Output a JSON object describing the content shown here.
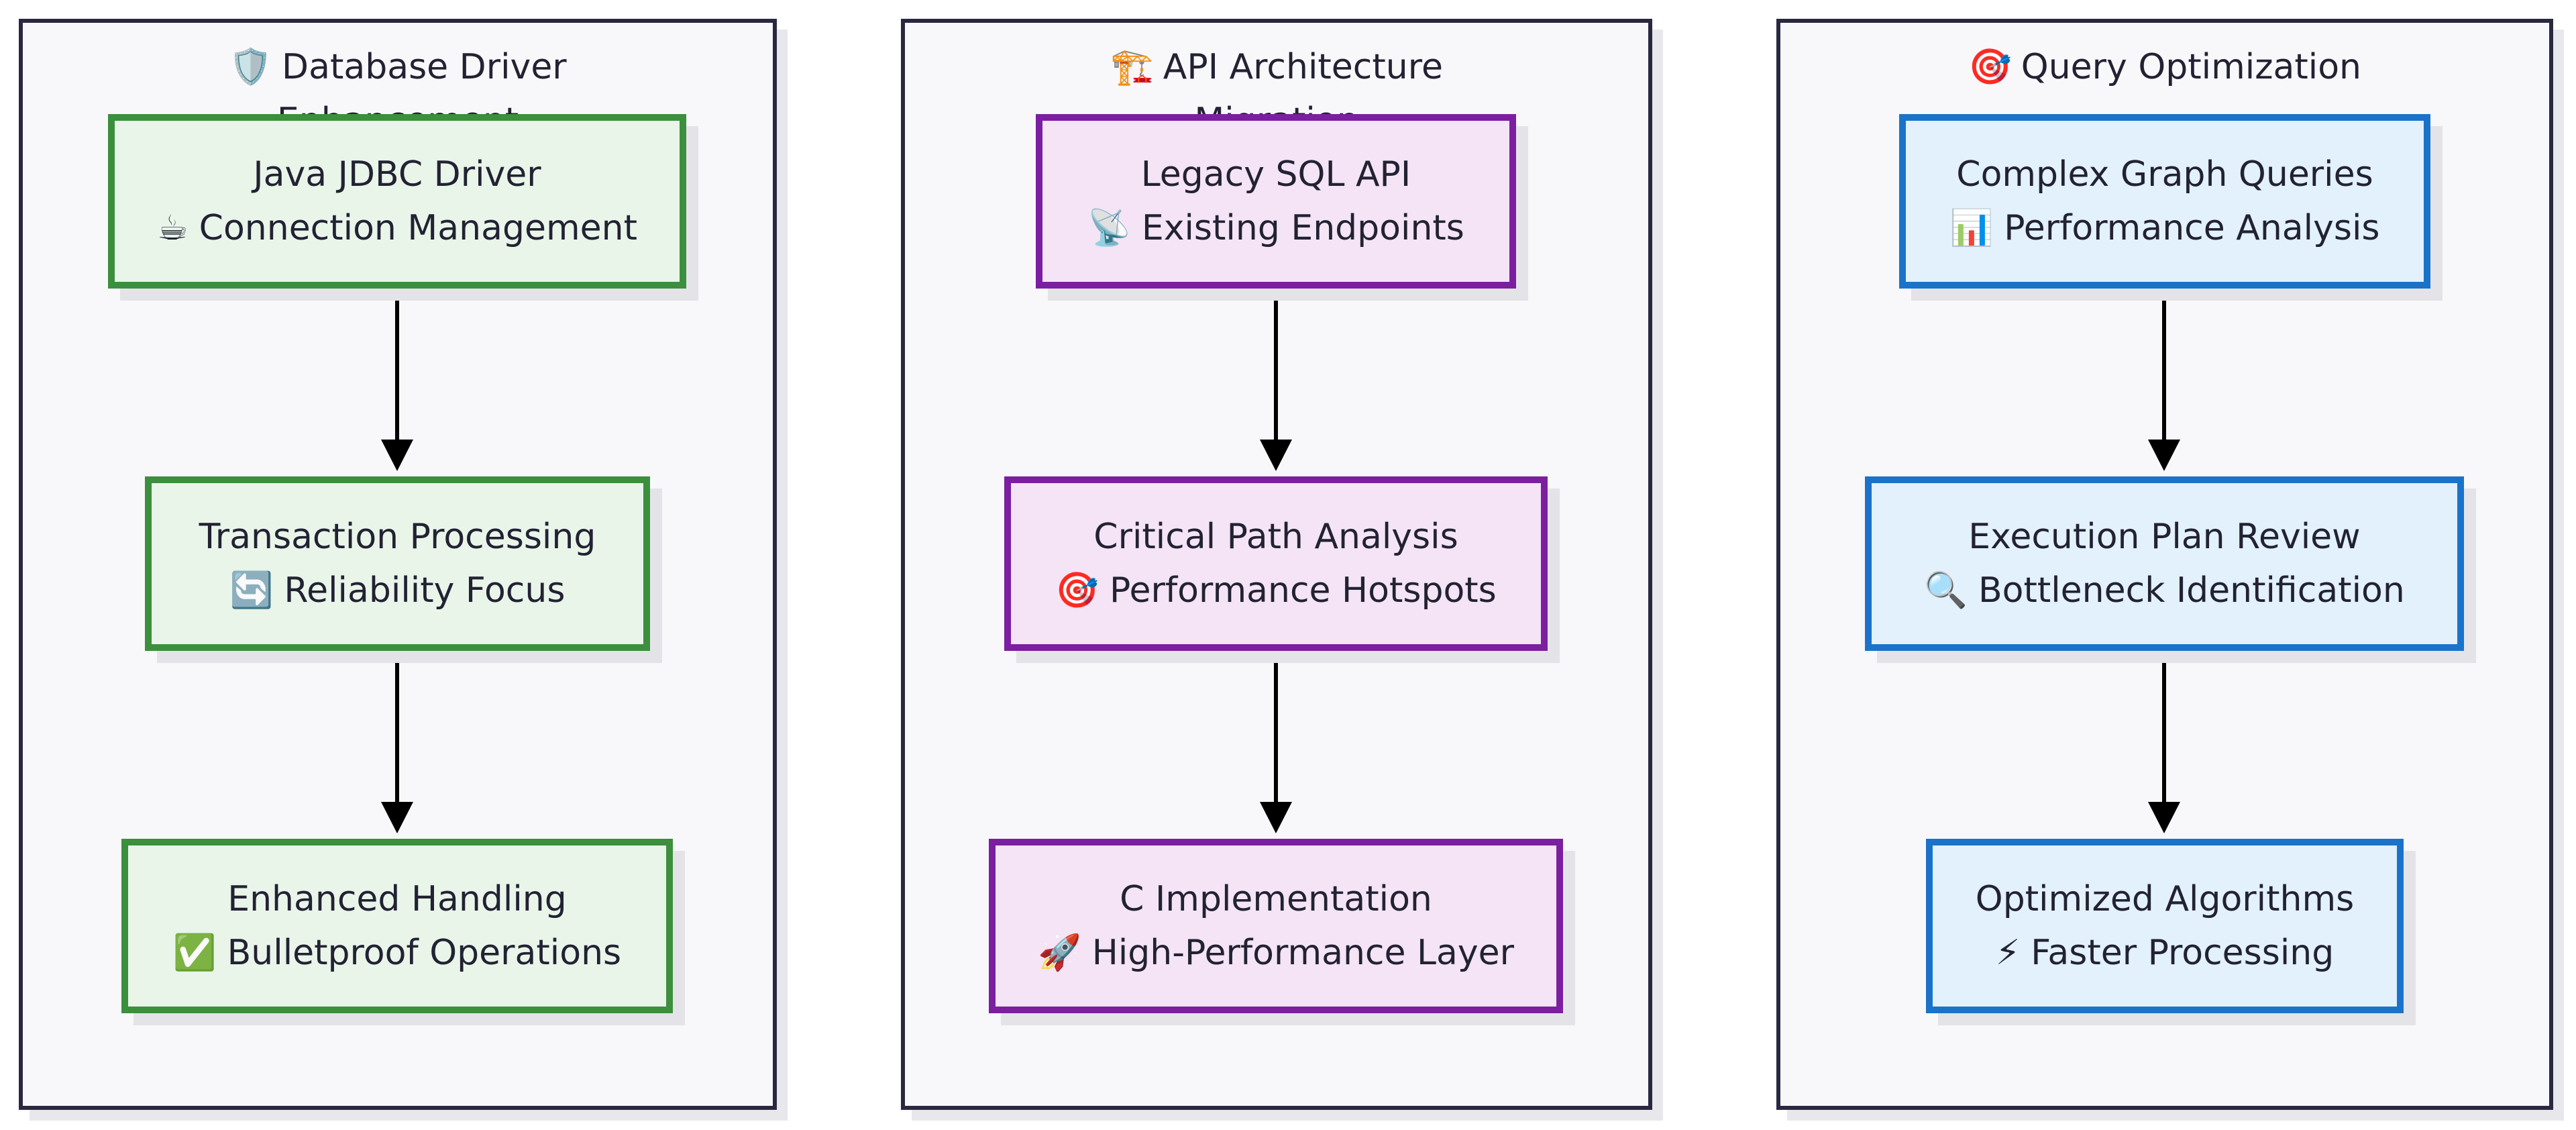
{
  "colors": {
    "panel_border": "#2a2840",
    "panel_fill": "#f8f8fa",
    "green_fill": "#e9f5e9",
    "green_border": "#3b8f3d",
    "purple_fill": "#f4e4f5",
    "purple_border": "#7b1fa0",
    "blue_fill": "#e2f1fc",
    "blue_border": "#1a73c9",
    "arrow": "#000000"
  },
  "panels": [
    {
      "title_icon": "🛡️",
      "title": "Database Driver Enhancement",
      "nodes": [
        {
          "line1": "Java JDBC Driver",
          "icon": "☕",
          "line2": "Connection Management"
        },
        {
          "line1": "Transaction Processing",
          "icon": "🔄",
          "line2": "Reliability Focus"
        },
        {
          "line1": "Enhanced Handling",
          "icon": "✅",
          "line2": "Bulletproof Operations"
        }
      ]
    },
    {
      "title_icon": "🏗️",
      "title": "API Architecture Migration",
      "nodes": [
        {
          "line1": "Legacy SQL API",
          "icon": "📡",
          "line2": "Existing Endpoints"
        },
        {
          "line1": "Critical Path Analysis",
          "icon": "🎯",
          "line2": "Performance Hotspots"
        },
        {
          "line1": "C Implementation",
          "icon": "🚀",
          "line2": "High-Performance Layer"
        }
      ]
    },
    {
      "title_icon": "🎯",
      "title": "Query Optimization",
      "nodes": [
        {
          "line1": "Complex Graph Queries",
          "icon": "📊",
          "line2": "Performance Analysis"
        },
        {
          "line1": "Execution Plan Review",
          "icon": "🔍",
          "line2": "Bottleneck Identification"
        },
        {
          "line1": "Optimized Algorithms",
          "icon": "⚡",
          "line2": "Faster Processing"
        }
      ]
    }
  ]
}
